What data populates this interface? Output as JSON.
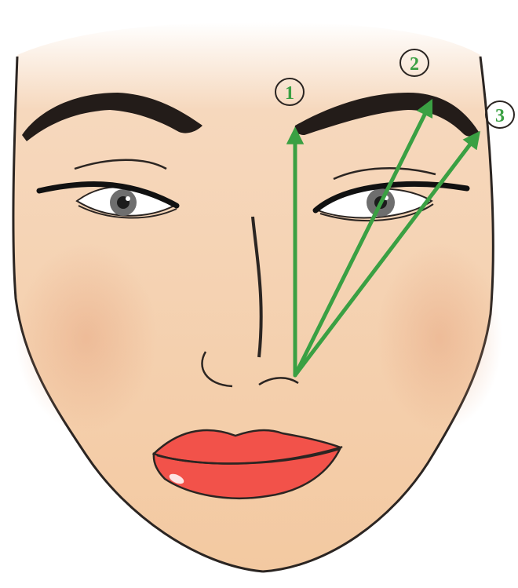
{
  "colors": {
    "skin": "#f3c9a1",
    "skin_shadow": "#e9b48a",
    "outline": "#2b2522",
    "brow": "#231c19",
    "lip": "#f2524a",
    "lip_dark": "#c73a33",
    "guide": "#3aa043",
    "eye_white": "#ffffff",
    "iris": "#6e6e6e"
  },
  "markers": [
    {
      "label": "1",
      "icon": "circle-number-icon"
    },
    {
      "label": "2",
      "icon": "circle-number-icon"
    },
    {
      "label": "3",
      "icon": "circle-number-icon"
    }
  ]
}
